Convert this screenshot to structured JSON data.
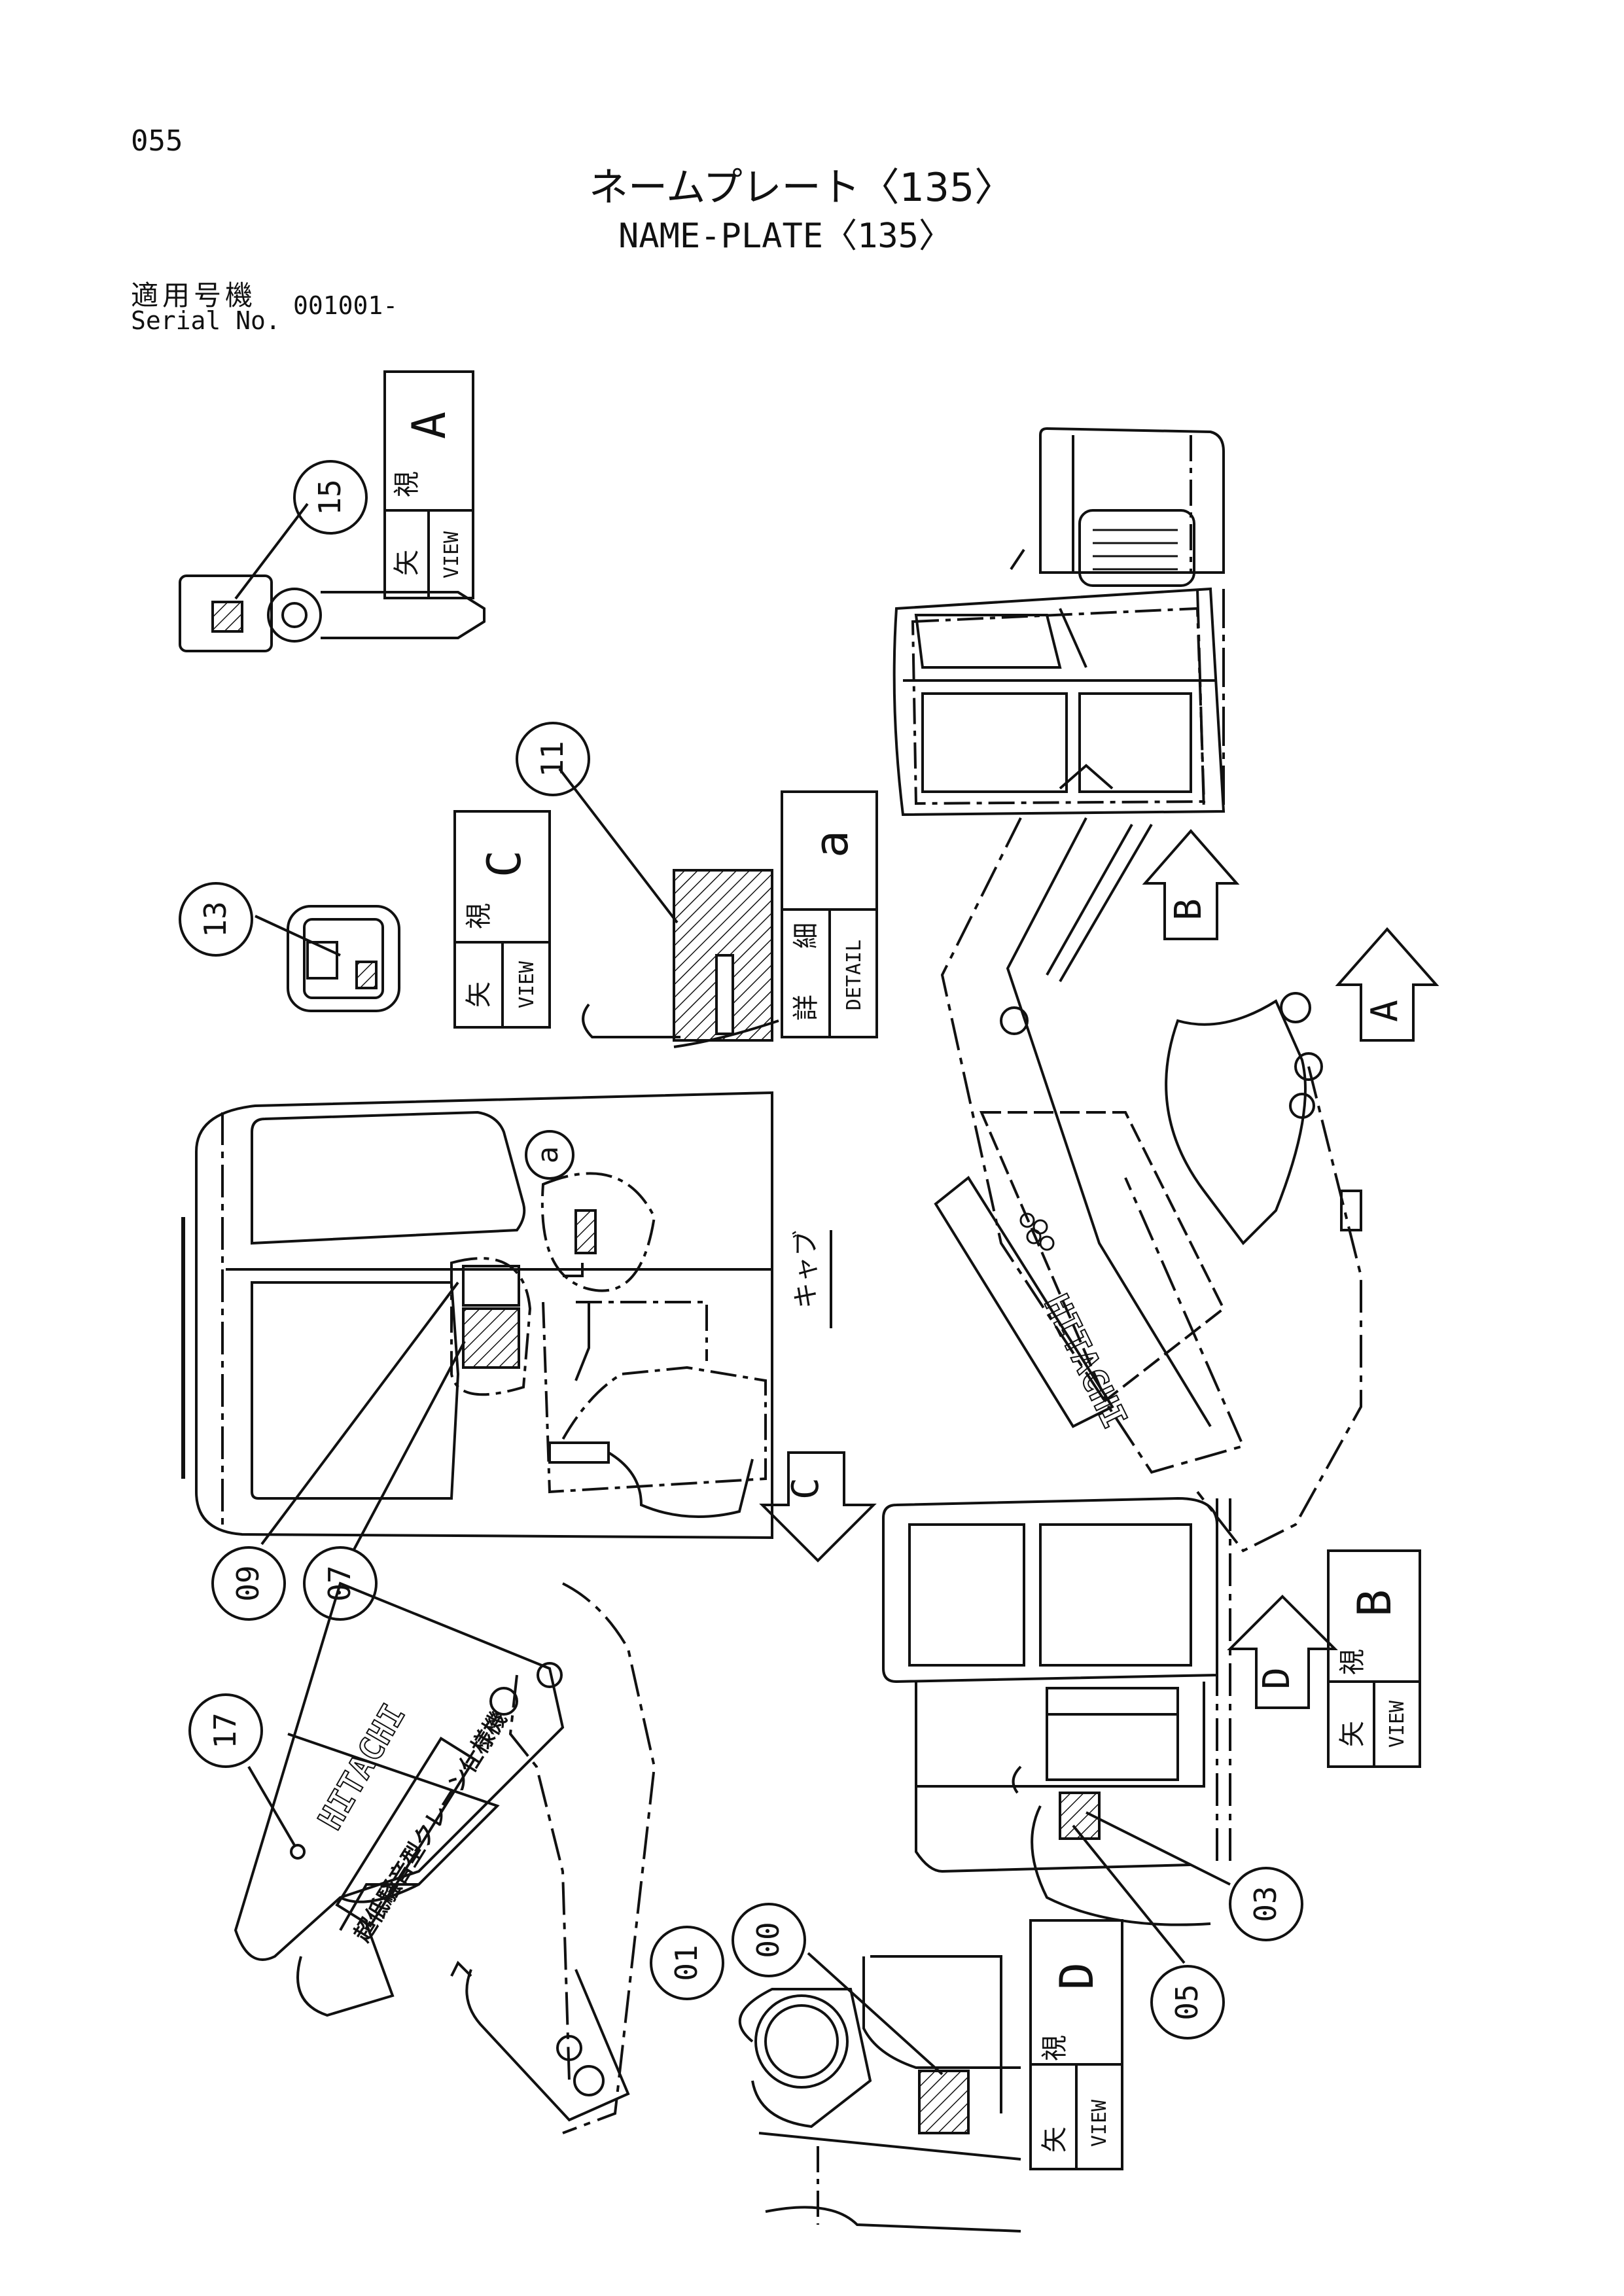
{
  "header": {
    "page_number": "055",
    "title_jp": "ネームプレート〈135〉",
    "title_en": "NAME-PLATE〈135〉",
    "serial_label_jp": "適用号機",
    "serial_label_en": "Serial No.",
    "serial_value": "001001-"
  },
  "views": {
    "view_a": {
      "jp1": "矢",
      "jp2": "視",
      "en": "VIEW",
      "letter": "A"
    },
    "view_b": {
      "jp1": "矢",
      "jp2": "視",
      "en": "VIEW",
      "letter": "B"
    },
    "view_c": {
      "jp1": "矢",
      "jp2": "視",
      "en": "VIEW",
      "letter": "C"
    },
    "view_d": {
      "jp1": "矢",
      "jp2": "視",
      "en": "VIEW",
      "letter": "D"
    },
    "detail_a": {
      "jp1": "詳",
      "jp2": "細",
      "en": "DETAIL",
      "letter": "a"
    }
  },
  "arrows": {
    "a": "A",
    "b": "B",
    "c": "C",
    "d": "D"
  },
  "callouts": {
    "c00": "00",
    "c01": "01",
    "c03": "03",
    "c05": "05",
    "c07": "07",
    "c09": "09",
    "c11": "11",
    "c13": "13",
    "c15": "15",
    "c17": "17",
    "detail_marker": "a"
  },
  "labels": {
    "cab_label": "キャブ",
    "brand_text": "HITACHI",
    "boom_warning_text": "超低騒音型クレーン仕様機"
  }
}
